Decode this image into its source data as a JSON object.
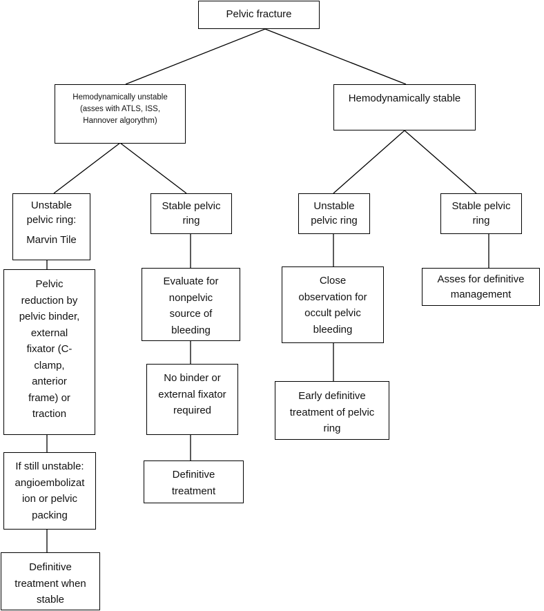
{
  "diagram": {
    "nodes": {
      "root": {
        "lines": [
          "Pelvic fracture"
        ]
      },
      "unstable_hemo": {
        "lines": [
          "Hemodynamically unstable",
          "(asses with ATLS, ISS,",
          "Hannover algorythm)"
        ]
      },
      "stable_hemo": {
        "lines": [
          "Hemodynamically stable"
        ]
      },
      "u_unstable_ring": {
        "lines": [
          "Unstable",
          "pelvic ring:",
          "",
          "Marvin Tile"
        ]
      },
      "u_stable_ring": {
        "lines": [
          "Stable pelvic",
          "ring"
        ]
      },
      "s_unstable_ring": {
        "lines": [
          "Unstable",
          "pelvic ring"
        ]
      },
      "s_stable_ring": {
        "lines": [
          "Stable pelvic",
          "ring"
        ]
      },
      "pelvic_reduction": {
        "lines": [
          "Pelvic",
          "reduction by",
          "pelvic binder,",
          "external",
          "fixator (C-",
          "clamp,",
          "anterior",
          "frame) or",
          "traction"
        ]
      },
      "evaluate_nonpelvic": {
        "lines": [
          "Evaluate for",
          "nonpelvic",
          "source of",
          "bleeding"
        ]
      },
      "close_observation": {
        "lines": [
          "Close",
          "observation for",
          "occult pelvic",
          "bleeding"
        ]
      },
      "asses_definitive": {
        "lines": [
          "Asses for definitive",
          "management"
        ]
      },
      "still_unstable": {
        "lines": [
          "If still unstable:",
          "angioembolizat",
          "ion or pelvic",
          "packing"
        ]
      },
      "no_binder": {
        "lines": [
          "No binder or",
          "external fixator",
          "required"
        ]
      },
      "early_definitive": {
        "lines": [
          "Early definitive",
          "treatment of pelvic",
          "ring"
        ]
      },
      "definitive_stable": {
        "lines": [
          "Definitive",
          "treatment when",
          "stable"
        ]
      },
      "definitive_treatment": {
        "lines": [
          "Definitive",
          "treatment"
        ]
      }
    }
  }
}
